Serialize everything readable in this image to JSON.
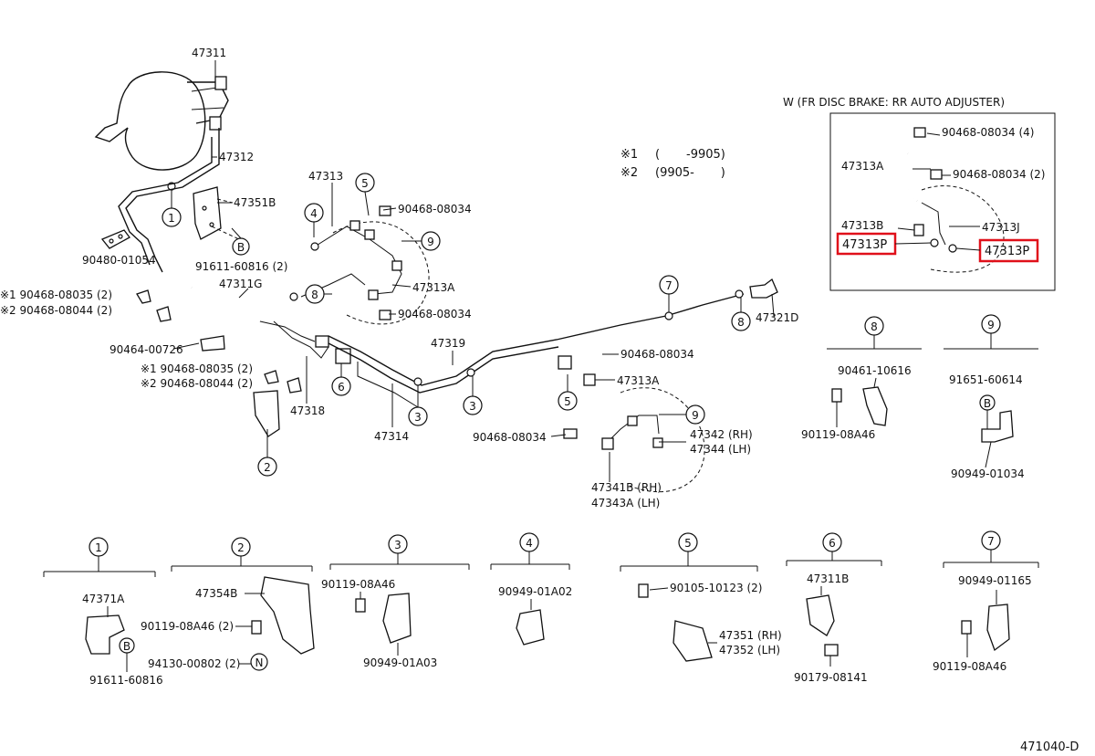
{
  "diagram_code": "471040-D",
  "inset": {
    "title": "W (FR DISC BRAKE: RR AUTO ADJUSTER)",
    "labels": {
      "clip_top": "90468-08034 (4)",
      "hose_a": "47313A",
      "clip_mid": "90468-08034 (2)",
      "tube_b": "47313B",
      "tube_j": "47313J",
      "tube_p_left": "47313P",
      "tube_p_right": "47313P"
    }
  },
  "notes": {
    "n1_mark": "※1",
    "n1_range": "(       -9905)",
    "n2_mark": "※2",
    "n2_range": "(9905-       )"
  },
  "main_labels": {
    "p47311": "47311",
    "p47312": "47312",
    "p47351b": "47351B",
    "p90480": "90480-01054",
    "p91611a": "91611-60816 (2)",
    "p47311g": "47311G",
    "n1a": "※1 90468-08035 (2)",
    "n2a": "※2 90468-08044 (2)",
    "p90464": "90464-00726",
    "n1b": "※1 90468-08035 (2)",
    "n2b": "※2 90468-08044 (2)",
    "p47318": "47318",
    "p47314": "47314",
    "p47313": "47313",
    "p90468a": "90468-08034",
    "p47313a1": "47313A",
    "p90468b": "90468-08034",
    "p47319": "47319",
    "p90468c": "90468-08034",
    "p47313a2": "47313A",
    "p90468d": "90468-08034",
    "p47342": "47342 (RH)",
    "p47344": "47344 (LH)",
    "p47341b": "47341B (RH)",
    "p47343a": "47343A (LH)",
    "p47321d": "47321D"
  },
  "callouts": {
    "c1": "1",
    "c2": "2",
    "c3": "3",
    "c4": "4",
    "c5": "5",
    "c6": "6",
    "c7": "7",
    "c8": "8",
    "c9": "9",
    "cb": "B",
    "cn": "N"
  },
  "detail8": {
    "num": "8",
    "a": "90461-10616",
    "b": "90119-08A46"
  },
  "detail9": {
    "num": "9",
    "a": "91651-60614",
    "b": "B",
    "c": "90949-01034"
  },
  "bottom": {
    "d1": {
      "num": "1",
      "a": "47371A",
      "b": "B",
      "c": "91611-60816"
    },
    "d2": {
      "num": "2",
      "a": "47354B",
      "b": "90119-08A46 (2)",
      "c": "94130-00802 (2)",
      "d": "N"
    },
    "d3": {
      "num": "3",
      "a": "90119-08A46",
      "b": "90949-01A03"
    },
    "d4": {
      "num": "4",
      "a": "90949-01A02"
    },
    "d5": {
      "num": "5",
      "a": "90105-10123 (2)",
      "b": "47351 (RH)",
      "c": "47352 (LH)"
    },
    "d6": {
      "num": "6",
      "a": "47311B",
      "b": "90179-08141"
    },
    "d7": {
      "num": "7",
      "a": "90949-01165",
      "b": "90119-08A46"
    }
  }
}
